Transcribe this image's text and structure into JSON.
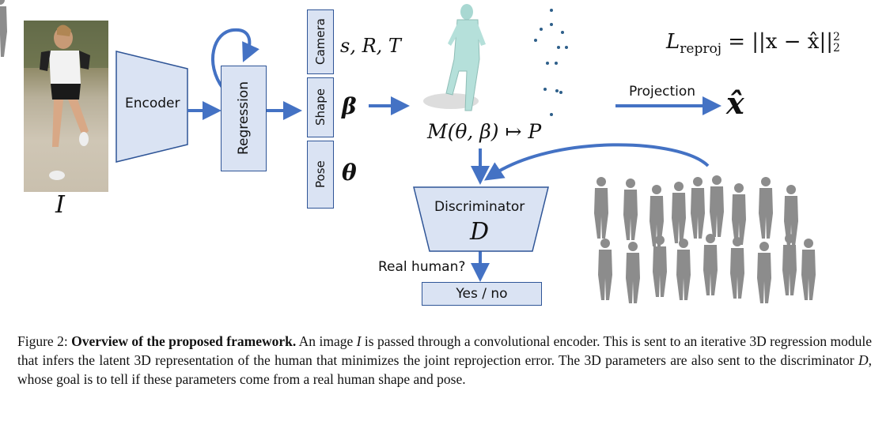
{
  "figure": {
    "input_image": {
      "description": "photo of a female runner",
      "symbol": "I"
    },
    "encoder": {
      "label": "Encoder"
    },
    "regression": {
      "label": "Regression"
    },
    "params": [
      {
        "label": "Camera",
        "symbol": "s, R, T"
      },
      {
        "label": "Shape",
        "symbol": "β"
      },
      {
        "label": "Pose",
        "symbol": "θ"
      }
    ],
    "mesh_model": {
      "formula": "M(θ, β) ↦ P"
    },
    "projection": {
      "label": "Projection",
      "symbol": "x̂"
    },
    "loss": {
      "lhs": "L",
      "subscript": "reproj",
      "rhs": "= ||x − x̂||",
      "sub2": "2",
      "sup2": "2"
    },
    "discriminator": {
      "label": "Discriminator",
      "symbol": "D"
    },
    "question": {
      "label": "Real human?"
    },
    "output": {
      "label": "Yes / no"
    },
    "mesh_gallery": {
      "description": "gallery of 3D human body meshes in various shapes and poses"
    }
  },
  "caption": {
    "prefix": "Figure 2: ",
    "bold": "Overview of the proposed framework.",
    "text1": " An image ",
    "sym_I": "I",
    "text2": " is passed through a convolutional encoder. This is sent to an iterative 3D regression module that infers the latent 3D representation of the human that minimizes the joint reprojection error. The 3D parameters are also sent to the discriminator ",
    "sym_D": "D",
    "text3": ", whose goal is to tell if these parameters come from a real human shape and pose."
  },
  "colors": {
    "box_fill": "#dae3f3",
    "box_stroke": "#2f5597",
    "arrow": "#4472c4"
  }
}
